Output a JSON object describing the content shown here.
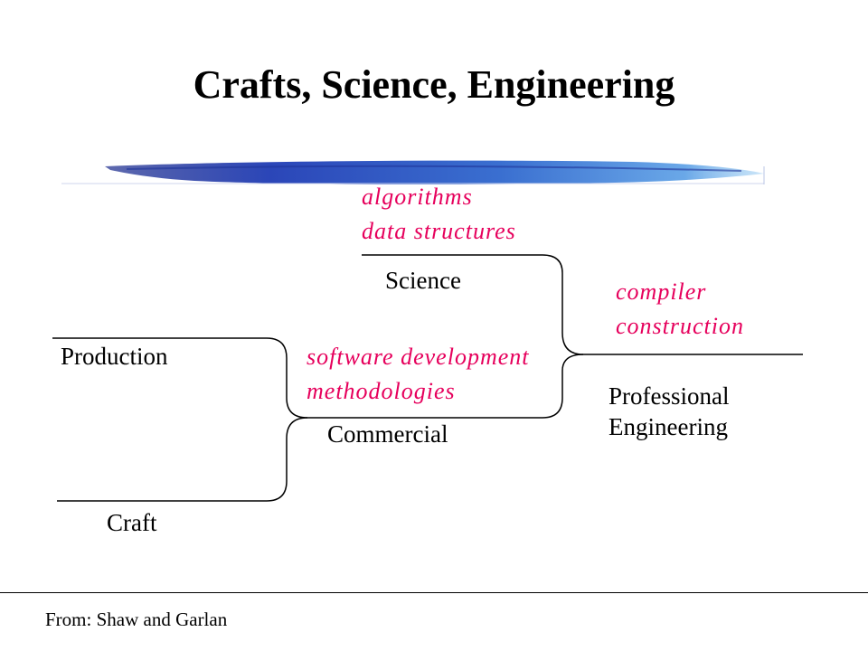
{
  "title": "Crafts, Science, Engineering",
  "colors": {
    "accent": "#e6005c",
    "line": "#000000",
    "brush": "#2b46b8"
  },
  "stages": {
    "production": "Production",
    "craft": "Craft",
    "science": "Science",
    "commercial": "Commercial",
    "professional_line1": "Professional",
    "professional_line2": "Engineering"
  },
  "annotations": {
    "algorithms_line1": "algorithms",
    "algorithms_line2": "data structures",
    "compiler_line1": "compiler",
    "compiler_line2": "construction",
    "software_line1": "software development",
    "software_line2": "methodologies"
  },
  "source": "From: Shaw and Garlan"
}
